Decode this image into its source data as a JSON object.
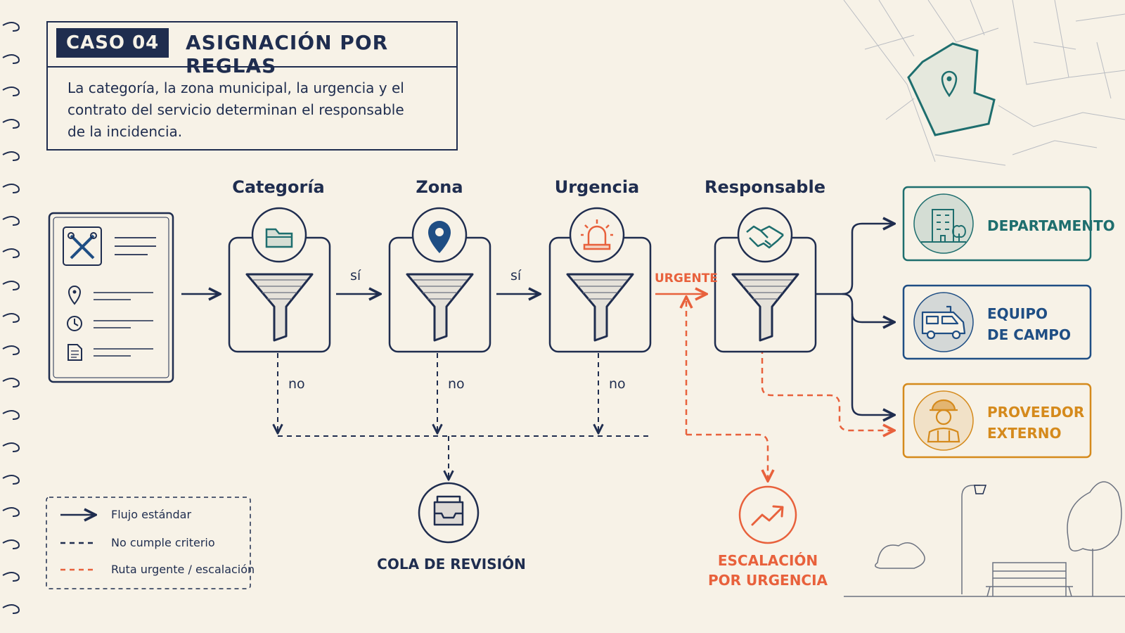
{
  "header": {
    "case_tag": "CASO 04",
    "title": "Asignación por reglas",
    "description": "La categoría, la zona municipal, la urgencia y el contrato del servicio determinan el responsable de la incidencia."
  },
  "stages": [
    {
      "title": "Categoría",
      "icon": "folder-icon"
    },
    {
      "title": "Zona",
      "icon": "location-pin-icon"
    },
    {
      "title": "Urgencia",
      "icon": "siren-icon"
    },
    {
      "title": "Responsable",
      "icon": "handshake-icon"
    }
  ],
  "flow_labels": {
    "yes_1": "sí",
    "yes_2": "sí",
    "urgent": "URGENTE",
    "no_1": "no",
    "no_2": "no",
    "no_3": "no"
  },
  "outputs": [
    {
      "label_line1": "DEPARTAMENTO",
      "label_line2": "",
      "icon": "building-icon",
      "color": "#1e6e6e"
    },
    {
      "label_line1": "EQUIPO",
      "label_line2": "DE CAMPO",
      "icon": "van-icon",
      "color": "#1f4e84"
    },
    {
      "label_line1": "PROVEEDOR",
      "label_line2": "EXTERNO",
      "icon": "worker-icon",
      "color": "#d58a1c"
    }
  ],
  "review_queue": {
    "label": "COLA DE REVISIÓN",
    "icon": "inbox-tray-icon"
  },
  "escalation": {
    "label_line1": "ESCALACIÓN",
    "label_line2": "POR URGENCIA",
    "icon": "trending-up-icon"
  },
  "legend": {
    "items": [
      {
        "label": "Flujo estándar",
        "style": "solid",
        "color": "#1f2d4f"
      },
      {
        "label": "No cumple criterio",
        "style": "dashed",
        "color": "#1f2d4f"
      },
      {
        "label": "Ruta urgente / escalación",
        "style": "dashed",
        "color": "#e8613c"
      }
    ]
  },
  "colors": {
    "ink": "#1f2d4f",
    "urgent": "#e8613c",
    "teal": "#1e6e6e",
    "blue": "#1f4e84",
    "orange": "#d58a1c",
    "paper": "#f7f2e7"
  }
}
